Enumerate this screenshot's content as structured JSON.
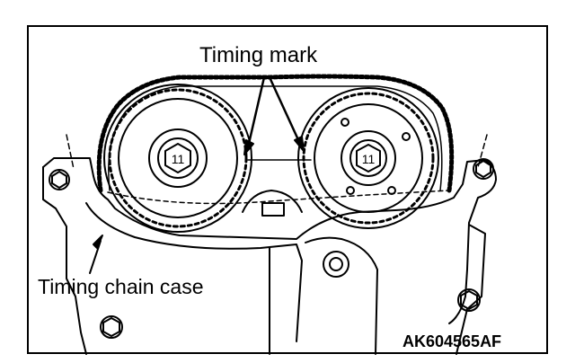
{
  "labels": {
    "timing_mark": "Timing mark",
    "timing_chain_case": "Timing chain case",
    "figure_code": "AK604565AF"
  },
  "bolt_markings": {
    "left_sprocket": "11",
    "right_sprocket": "11"
  },
  "colors": {
    "line": "#000000",
    "background": "#ffffff"
  }
}
